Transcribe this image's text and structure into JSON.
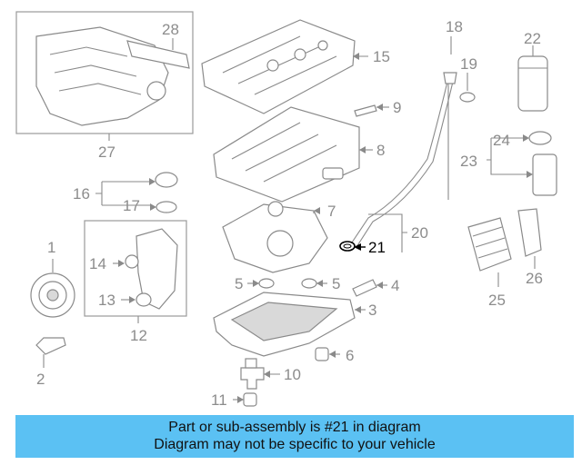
{
  "callouts": {
    "c1": "1",
    "c2": "2",
    "c3": "3",
    "c4": "4",
    "c5a": "5",
    "c5b": "5",
    "c6": "6",
    "c7": "7",
    "c8": "8",
    "c9": "9",
    "c10": "10",
    "c11": "11",
    "c12": "12",
    "c13": "13",
    "c14": "14",
    "c15": "15",
    "c16": "16",
    "c17": "17",
    "c18": "18",
    "c19": "19",
    "c20": "20",
    "c21": "21",
    "c22": "22",
    "c23": "23",
    "c24": "24",
    "c25": "25",
    "c26": "26",
    "c27": "27",
    "c28": "28"
  },
  "highlight_part": "21",
  "caption": {
    "line1": "Part or sub-assembly is #21 in diagram",
    "line2": "Diagram may not be specific to your vehicle"
  },
  "colors": {
    "caption_bg": "#5bc1f3",
    "line_art": "#8a8a8a",
    "highlight": "#000000"
  }
}
